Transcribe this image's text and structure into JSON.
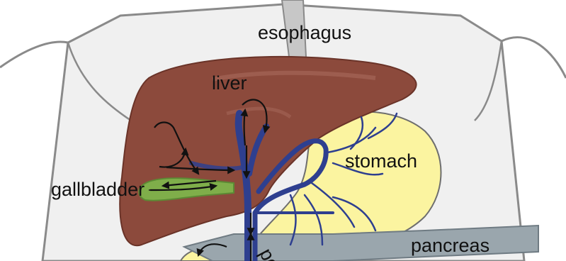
{
  "labels": {
    "esophagus": "esophagus",
    "liver": "liver",
    "stomach": "stomach",
    "gallbladder": "gallbladder",
    "pancreas": "pancreas",
    "partial": "pc"
  },
  "colors": {
    "body": "#f0f0f0",
    "outline": "#8a8a8a",
    "liver": "#8c4a3c",
    "liver_highlight": "#a86a5c",
    "stomach": "#fbf4a0",
    "gallbladder": "#7fae4a",
    "duct": "#2e3f8f",
    "pancreas": "#9aa6ad",
    "arrow": "#111111"
  }
}
